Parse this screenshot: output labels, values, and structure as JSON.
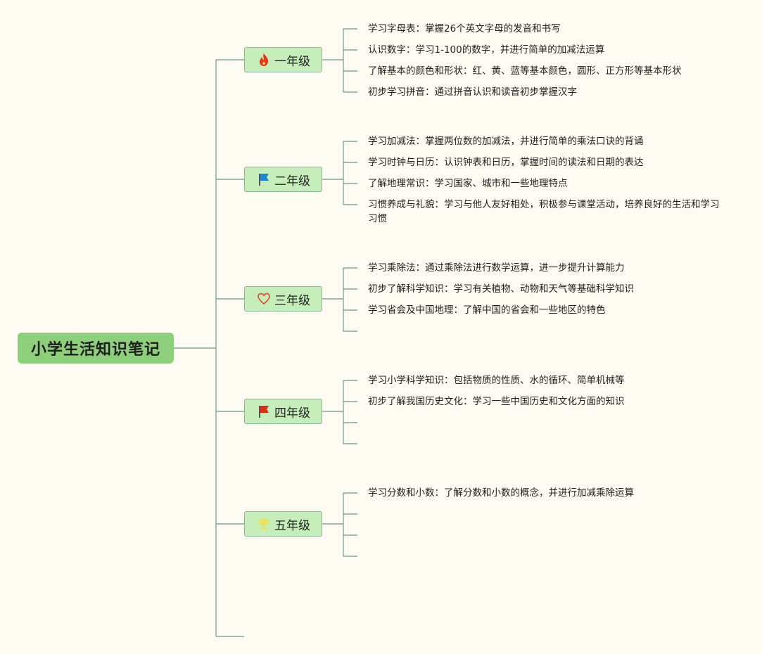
{
  "root": {
    "title": "小学生活知识笔记"
  },
  "grades": [
    {
      "label": "一年级",
      "icon": "fire-icon",
      "icon_color": "#e8361c",
      "items": [
        "学习字母表：掌握26个英文字母的发音和书写",
        "认识数字：学习1-100的数字，并进行简单的加减法运算",
        "了解基本的颜色和形状：红、黄、蓝等基本颜色，圆形、正方形等基本形状",
        "初步学习拼音：通过拼音认识和读音初步掌握汉字"
      ]
    },
    {
      "label": "二年级",
      "icon": "blue-flag-icon",
      "icon_color": "#1f86d6",
      "items": [
        "学习加减法：掌握两位数的加减法，并进行简单的乘法口诀的背诵",
        "学习时钟与日历：认识钟表和日历，掌握时间的读法和日期的表达",
        "了解地理常识：学习国家、城市和一些地理特点",
        "习惯养成与礼貌：学习与他人友好相处，积极参与课堂活动，培养良好的生活和学习习惯"
      ]
    },
    {
      "label": "三年级",
      "icon": "heart-icon",
      "icon_color": "#d8503a",
      "items": [
        "学习乘除法：通过乘除法进行数学运算，进一步提升计算能力",
        "初步了解科学知识：学习有关植物、动物和天气等基础科学知识",
        "学习省会及中国地理：了解中国的省会和一些地区的特色",
        ""
      ]
    },
    {
      "label": "四年级",
      "icon": "red-flag-icon",
      "icon_color": "#e02a1a",
      "items": [
        "学习小学科学知识：包括物质的性质、水的循环、简单机械等",
        "初步了解我国历史文化：学习一些中国历史和文化方面的知识",
        "",
        ""
      ]
    },
    {
      "label": "五年级",
      "icon": "trophy-icon",
      "icon_color": "#e9e35a",
      "items": [
        "学习分数和小数：了解分数和小数的概念，并进行加减乘除运算",
        "",
        "",
        ""
      ]
    }
  ]
}
